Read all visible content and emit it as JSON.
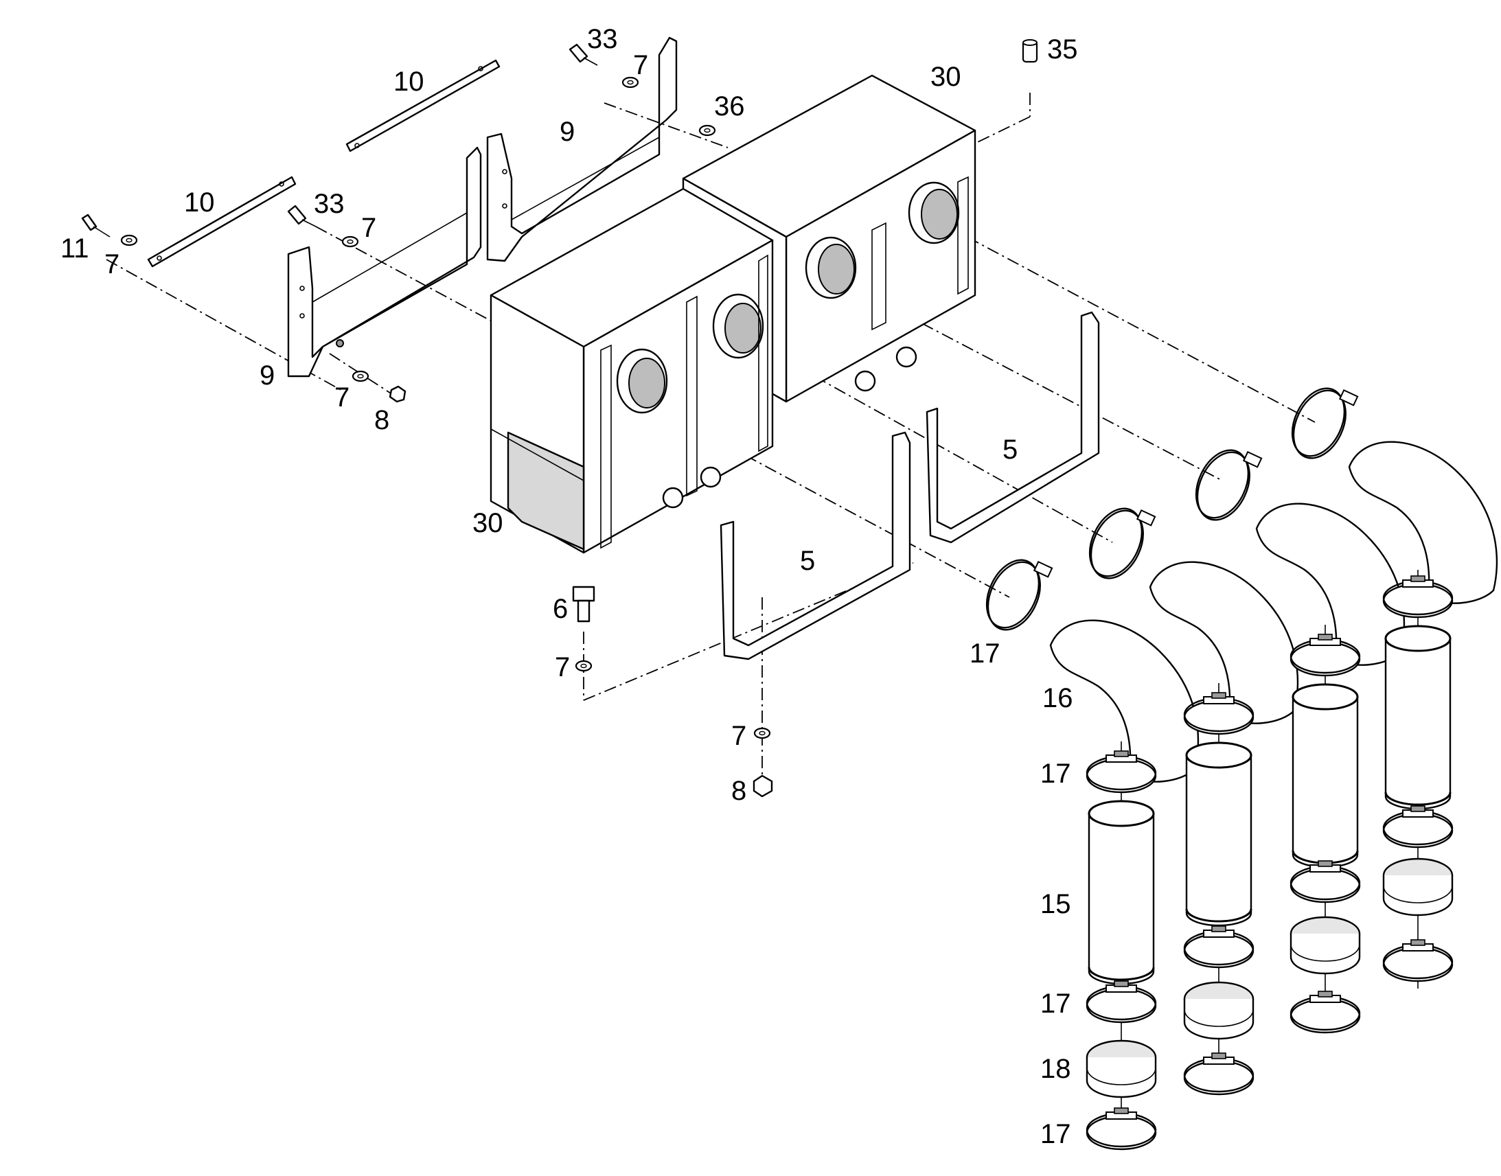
{
  "callouts": {
    "c10_top": "10",
    "c33_top": "33",
    "c7_top": "7",
    "c35": "35",
    "c30_top": "30",
    "c36": "36",
    "c9_top": "9",
    "c10_left": "10",
    "c33_left": "33",
    "c7_left_mid": "7",
    "c11": "11",
    "c7_left": "7",
    "c9_left": "9",
    "c7_lower": "7",
    "c8_lower": "8",
    "c5_right": "5",
    "c30_bottom": "30",
    "c5_left": "5",
    "c6": "6",
    "c7_bolt": "7",
    "c17_elbow": "17",
    "c16": "16",
    "c7_bottom": "7",
    "c8_bottom": "8",
    "c17_a": "17",
    "c15": "15",
    "c17_b": "17",
    "c18": "18",
    "c17_c": "17"
  }
}
